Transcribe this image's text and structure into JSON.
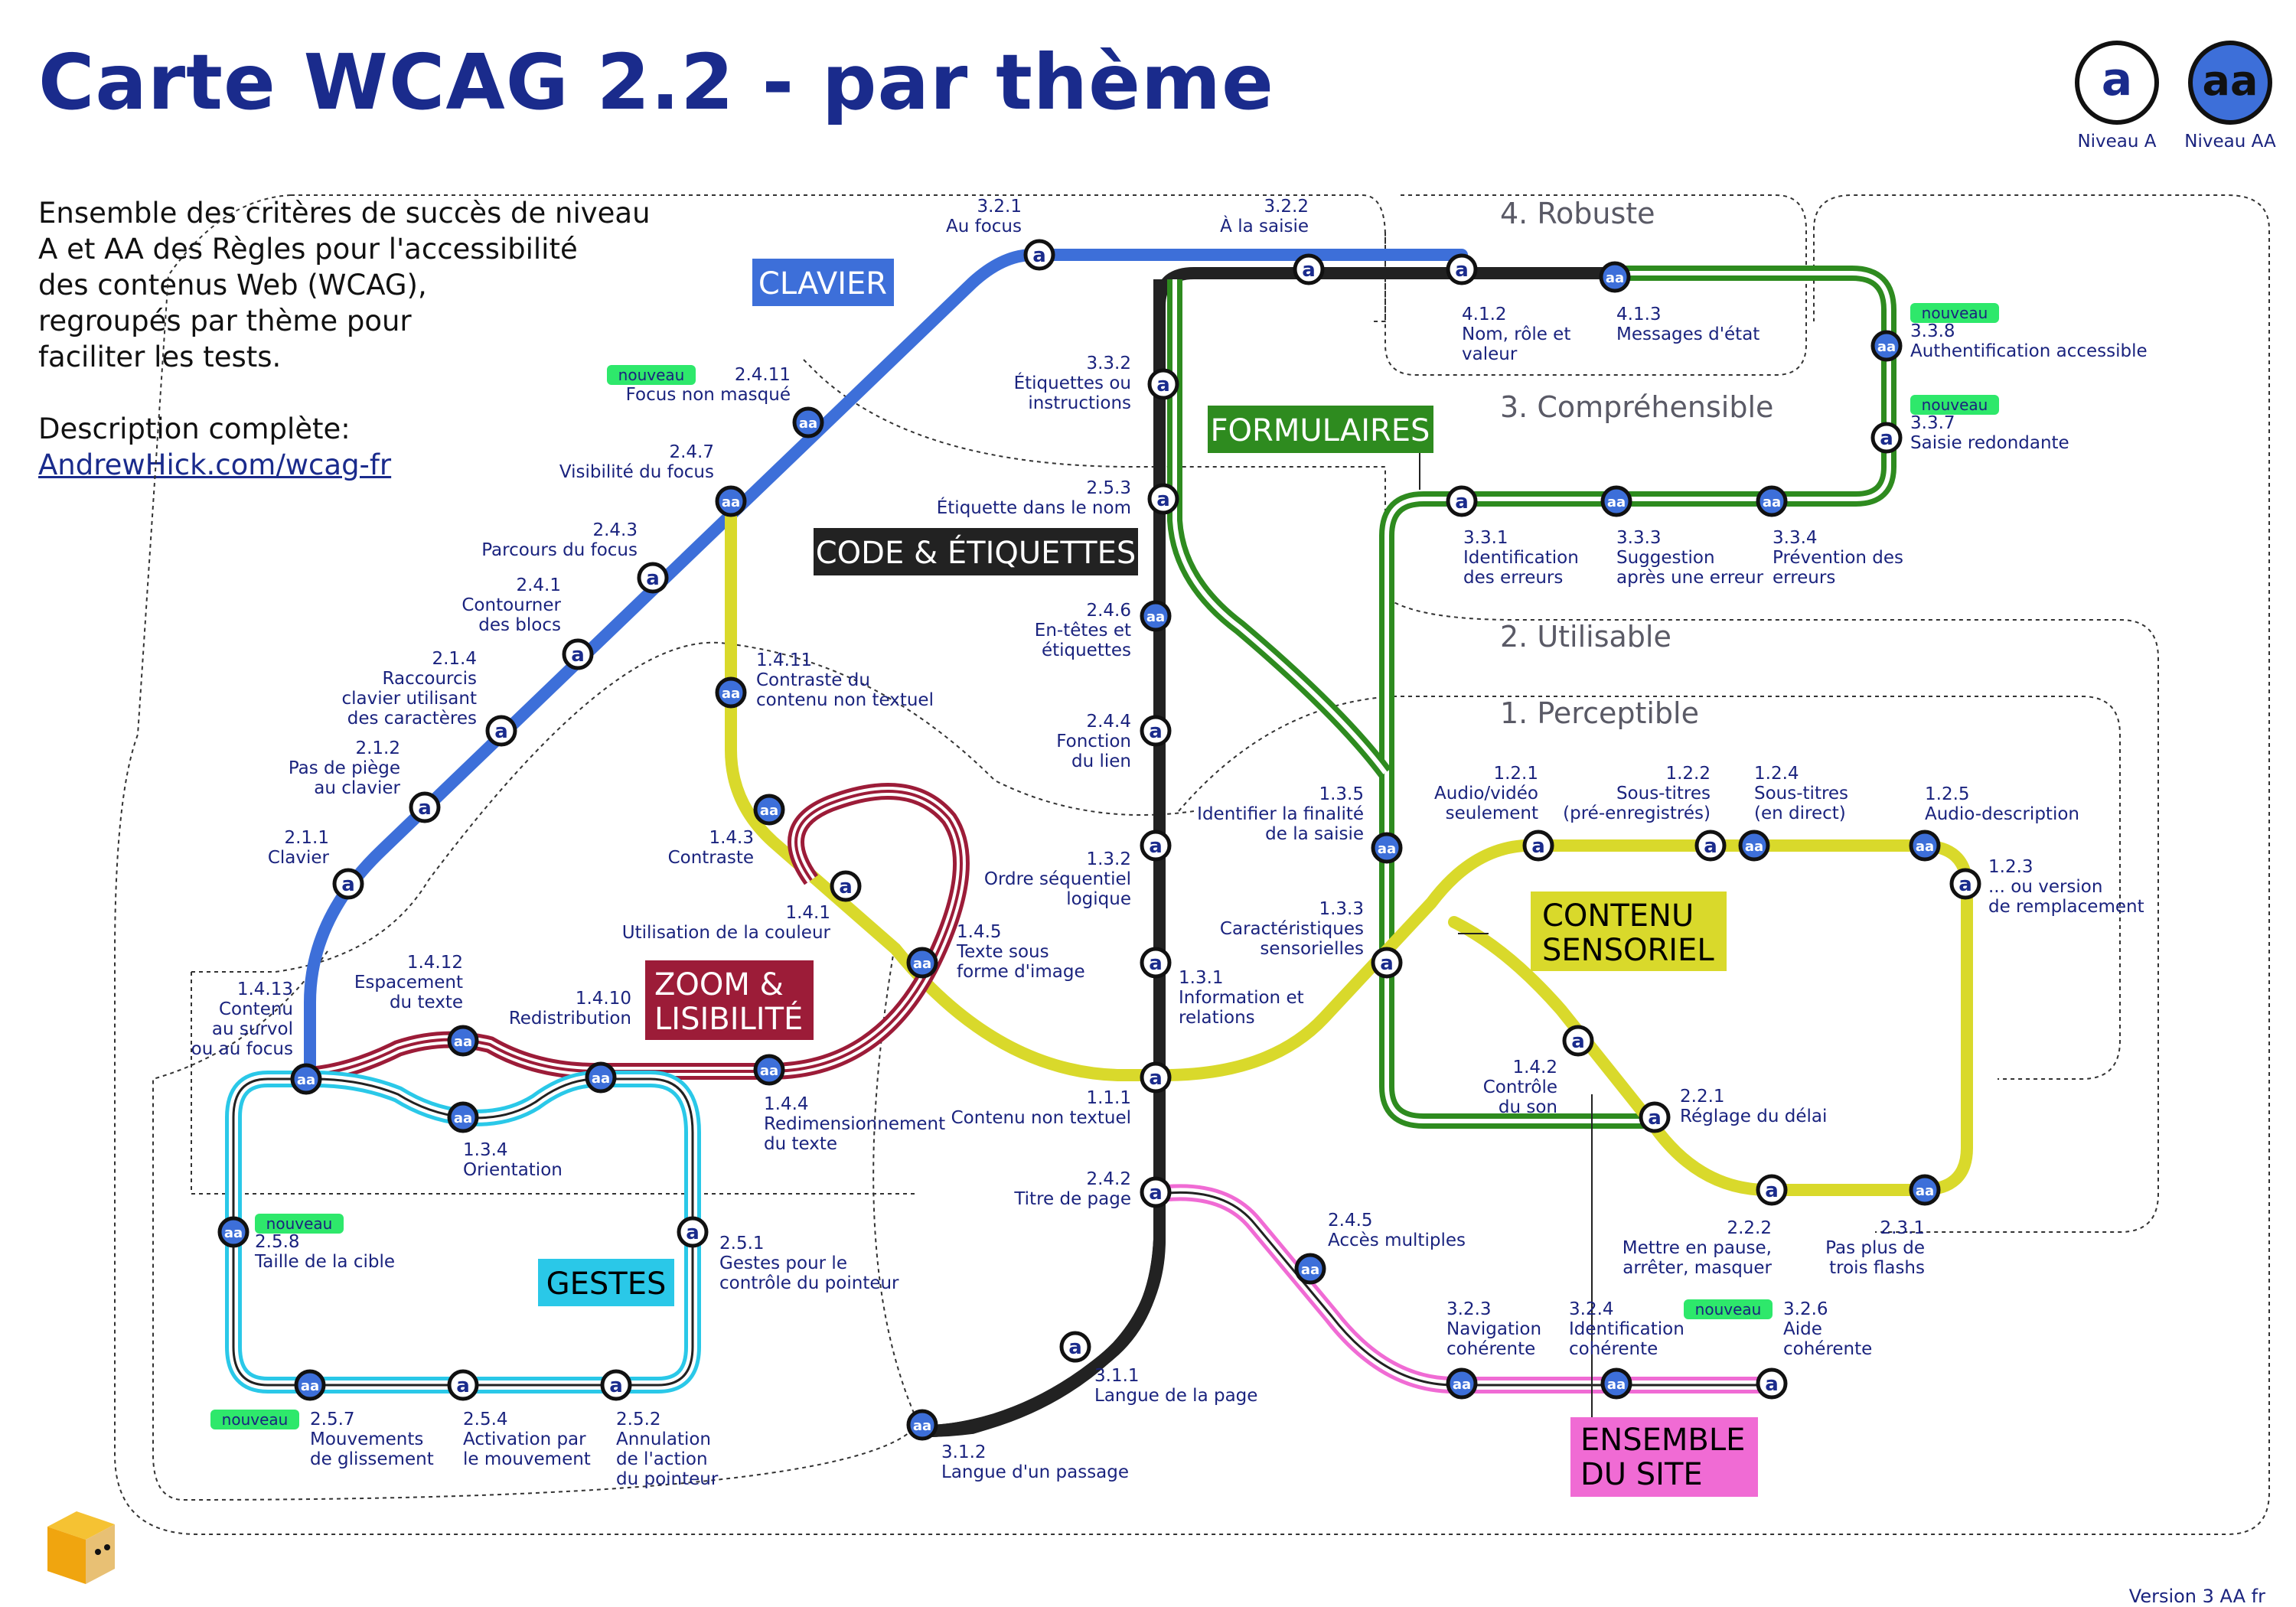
{
  "title": "Carte WCAG 2.2 - par thème",
  "intro": {
    "lines": [
      "Ensemble des critères de succès de niveau",
      "A et AA des Règles pour l'accessibilité",
      "des contenus Web (WCAG),",
      "regroupés par thème pour",
      "faciliter les tests."
    ],
    "description_label": "Description complète:",
    "link_text": "AndrewHick.com/wcag-fr"
  },
  "legend": {
    "level_a": {
      "symbol": "a",
      "label": "Niveau A"
    },
    "level_aa": {
      "symbol": "aa",
      "label": "Niveau AA"
    }
  },
  "zones": {
    "robuste": "4. Robuste",
    "comprehensible": "3. Compréhensible",
    "utilisable": "2. Utilisable",
    "perceptible": "1. Perceptible"
  },
  "lines": {
    "clavier": {
      "name": "CLAVIER",
      "color": "#3d6fd9"
    },
    "formulaires": {
      "name": "FORMULAIRES",
      "color": "#2e8b1f"
    },
    "code": {
      "name": "CODE & ÉTIQUETTES",
      "color": "#1f1f1f"
    },
    "zoom": {
      "name_1": "ZOOM &",
      "name_2": "LISIBILITÉ",
      "color": "#9c1c38"
    },
    "contenu": {
      "name_1": "CONTENU",
      "name_2": "SENSORIEL",
      "color": "#d9d92b"
    },
    "gestes": {
      "name": "GESTES",
      "color": "#2ac8e8"
    },
    "site": {
      "name_1": "ENSEMBLE",
      "name_2": "DU SITE",
      "color": "#f06bd4"
    }
  },
  "badge": "nouveau",
  "sym": {
    "a": "a",
    "aa": "aa"
  },
  "criteria": {
    "c321": {
      "n": "3.2.1",
      "t": [
        "Au focus"
      ]
    },
    "c322": {
      "n": "3.2.2",
      "t": [
        "À la saisie"
      ]
    },
    "c412": {
      "n": "4.1.2",
      "t": [
        "Nom, rôle et",
        "valeur"
      ]
    },
    "c413": {
      "n": "4.1.3",
      "t": [
        "Messages d'état"
      ]
    },
    "c338": {
      "n": "3.3.8",
      "t": [
        "Authentification accessible"
      ]
    },
    "c337": {
      "n": "3.3.7",
      "t": [
        "Saisie redondante"
      ]
    },
    "c332": {
      "n": "3.3.2",
      "t": [
        "Étiquettes ou",
        "instructions"
      ]
    },
    "c253": {
      "n": "2.5.3",
      "t": [
        "Étiquette dans le nom"
      ]
    },
    "c331": {
      "n": "3.3.1",
      "t": [
        "Identification",
        "des erreurs"
      ]
    },
    "c333": {
      "n": "3.3.3",
      "t": [
        "Suggestion",
        "après une erreur"
      ]
    },
    "c334": {
      "n": "3.3.4",
      "t": [
        "Prévention des",
        "erreurs"
      ]
    },
    "c2411": {
      "n": "2.4.11",
      "t": [
        "Focus non masqué"
      ]
    },
    "c247": {
      "n": "2.4.7",
      "t": [
        "Visibilité du focus"
      ]
    },
    "c243": {
      "n": "2.4.3",
      "t": [
        "Parcours du focus"
      ]
    },
    "c241": {
      "n": "2.4.1",
      "t": [
        "Contourner",
        "des blocs"
      ]
    },
    "c214": {
      "n": "2.1.4",
      "t": [
        "Raccourcis",
        "clavier utilisant",
        "des caractères"
      ]
    },
    "c212": {
      "n": "2.1.2",
      "t": [
        "Pas de piège",
        "au clavier"
      ]
    },
    "c211": {
      "n": "2.1.1",
      "t": [
        "Clavier"
      ]
    },
    "c246": {
      "n": "2.4.6",
      "t": [
        "En-têtes et",
        "étiquettes"
      ]
    },
    "c244": {
      "n": "2.4.4",
      "t": [
        "Fonction",
        "du lien"
      ]
    },
    "c1411": {
      "n": "1.4.11",
      "t": [
        "Contraste du",
        "contenu non textuel"
      ]
    },
    "c135": {
      "n": "1.3.5",
      "t": [
        "Identifier la finalité",
        "de la saisie"
      ]
    },
    "c121": {
      "n": "1.2.1",
      "t": [
        "Audio/vidéo",
        "seulement"
      ]
    },
    "c122": {
      "n": "1.2.2",
      "t": [
        "Sous-titres",
        "(pré-enregistrés)"
      ]
    },
    "c124": {
      "n": "1.2.4",
      "t": [
        "Sous-titres",
        "(en direct)"
      ]
    },
    "c125": {
      "n": "1.2.5",
      "t": [
        "Audio-description"
      ]
    },
    "c123": {
      "n": "1.2.3",
      "t": [
        "... ou version",
        "de remplacement"
      ]
    },
    "c143": {
      "n": "1.4.3",
      "t": [
        "Contraste"
      ]
    },
    "c132": {
      "n": "1.3.2",
      "t": [
        "Ordre séquentiel",
        "logique"
      ]
    },
    "c141": {
      "n": "1.4.1",
      "t": [
        "Utilisation de la couleur"
      ]
    },
    "c133": {
      "n": "1.3.3",
      "t": [
        "Caractéristiques",
        "sensorielles"
      ]
    },
    "c145": {
      "n": "1.4.5",
      "t": [
        "Texte sous",
        "forme d'image"
      ]
    },
    "c1412": {
      "n": "1.4.12",
      "t": [
        "Espacement",
        "du texte"
      ]
    },
    "c1410": {
      "n": "1.4.10",
      "t": [
        "Redistribution"
      ]
    },
    "c1413": {
      "n": "1.4.13",
      "t": [
        "Contenu",
        "au survol",
        "ou au focus"
      ]
    },
    "c131": {
      "n": "1.3.1",
      "t": [
        "Information et",
        "relations"
      ]
    },
    "c142": {
      "n": "1.4.2",
      "t": [
        "Contrôle",
        "du son"
      ]
    },
    "c221": {
      "n": "2.2.1",
      "t": [
        "Réglage du délai"
      ]
    },
    "c144": {
      "n": "1.4.4",
      "t": [
        "Redimensionnement",
        "du texte"
      ]
    },
    "c111": {
      "n": "1.1.1",
      "t": [
        "Contenu non textuel"
      ]
    },
    "c134": {
      "n": "1.3.4",
      "t": [
        "Orientation"
      ]
    },
    "c242": {
      "n": "2.4.2",
      "t": [
        "Titre de page"
      ]
    },
    "c222": {
      "n": "2.2.2",
      "t": [
        "Mettre en pause,",
        "arrêter, masquer"
      ]
    },
    "c231": {
      "n": "2.3.1",
      "t": [
        "Pas plus de",
        "trois flashs"
      ]
    },
    "c258": {
      "n": "2.5.8",
      "t": [
        "Taille de la cible"
      ]
    },
    "c251": {
      "n": "2.5.1",
      "t": [
        "Gestes pour le",
        "contrôle du pointeur"
      ]
    },
    "c245": {
      "n": "2.4.5",
      "t": [
        "Accès multiples"
      ]
    },
    "c323": {
      "n": "3.2.3",
      "t": [
        "Navigation",
        "cohérente"
      ]
    },
    "c324": {
      "n": "3.2.4",
      "t": [
        "Identification",
        "cohérente"
      ]
    },
    "c326": {
      "n": "3.2.6",
      "t": [
        "Aide",
        "cohérente"
      ]
    },
    "c311": {
      "n": "3.1.1",
      "t": [
        "Langue de la page"
      ]
    },
    "c312": {
      "n": "3.1.2",
      "t": [
        "Langue d'un passage"
      ]
    },
    "c257": {
      "n": "2.5.7",
      "t": [
        "Mouvements",
        "de glissement"
      ]
    },
    "c254": {
      "n": "2.5.4",
      "t": [
        "Activation par",
        "le mouvement"
      ]
    },
    "c252": {
      "n": "2.5.2",
      "t": [
        "Annulation",
        "de l'action",
        "du pointeur"
      ]
    }
  },
  "version": "Version 3 AA fr"
}
